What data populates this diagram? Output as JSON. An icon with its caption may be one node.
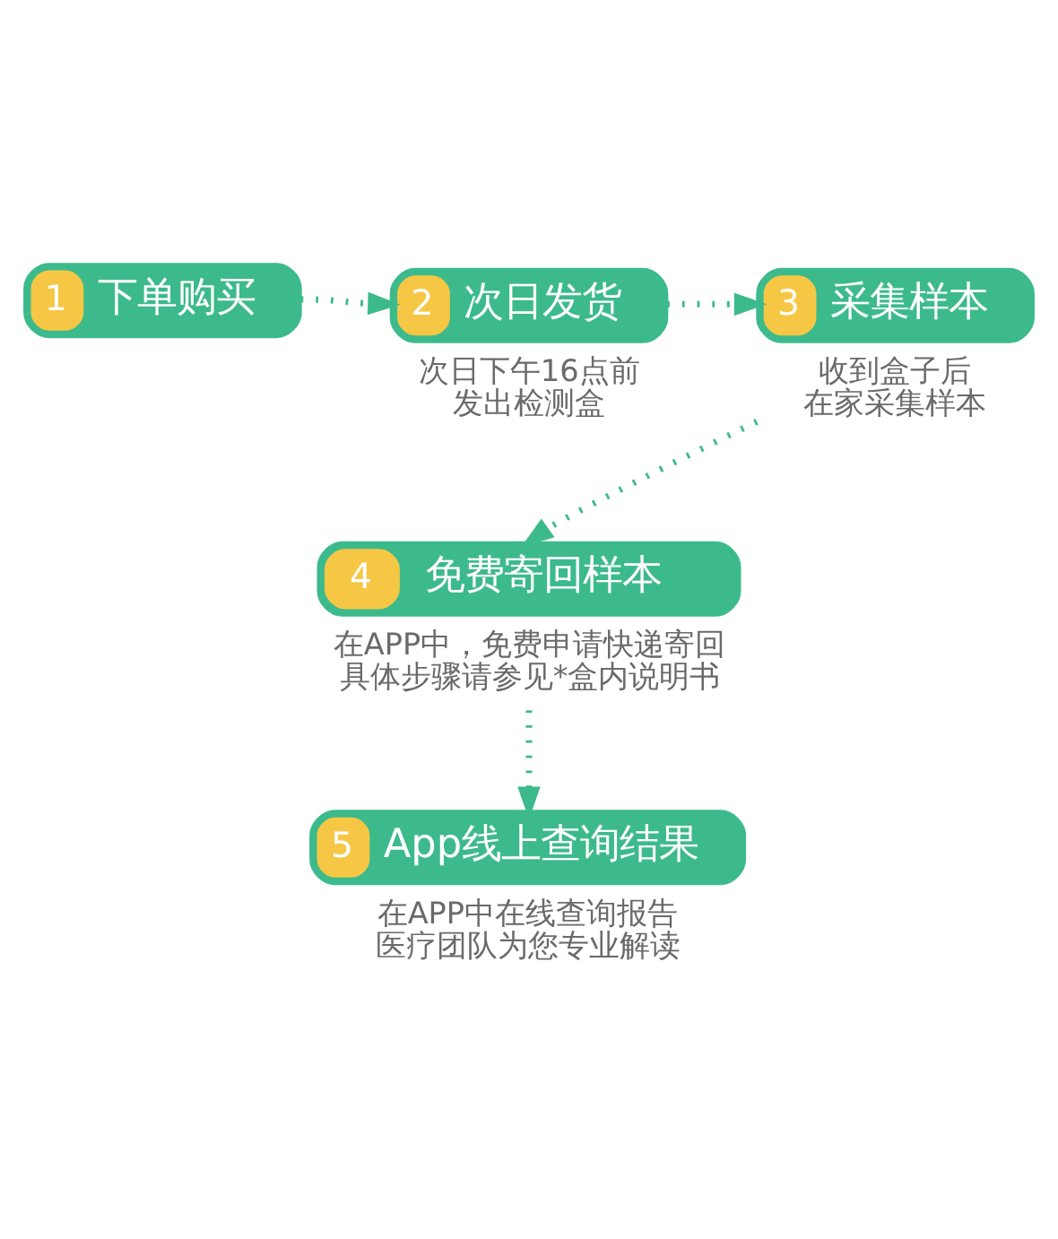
{
  "diagram": {
    "nodes": [
      {
        "text": [
          "1",
          "下单购买"
        ]
      },
      {
        "text": [
          "2",
          "次日发货"
        ],
        "beside": [
          "次日下午16点前发出检测盒"
        ]
      },
      {
        "text": [
          "3",
          "采集样本"
        ],
        "beside": [
          "收到盒子后在家采集样本"
        ]
      },
      {
        "text": [
          "4",
          "免费寄回样本"
        ],
        "beside": [
          "在APP中，免费申请快递寄回具体步骤请参见*盒内说明书"
        ]
      },
      {
        "text": [
          "5",
          "App线上查询结果"
        ],
        "beside": [
          "在APP中在线查询报告医疗团队为您专业解读"
        ]
      }
    ],
    "edges": [
      {
        "from": 0,
        "to": 1,
        "arrow": "to"
      },
      {
        "from": 1,
        "to": 2,
        "arrow": "to"
      },
      {
        "from": 2,
        "to": 3,
        "arrow": "to"
      },
      {
        "from": 3,
        "to": 4,
        "arrow": "to"
      }
    ]
  }
}
